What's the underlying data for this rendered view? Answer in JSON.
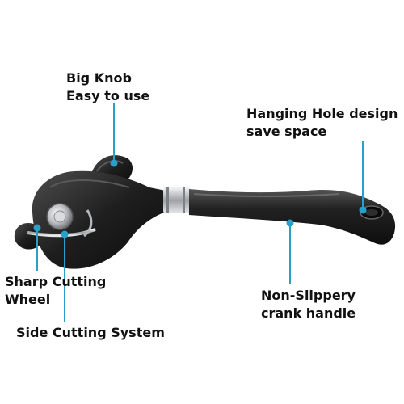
{
  "colors": {
    "callout": "#2a9fc9",
    "body": "#1b1b1b",
    "body_highlight": "#4a4a4a",
    "metal": "#c9ccd0"
  },
  "callouts": {
    "big_knob": {
      "line1": "Big Knob",
      "line2": "Easy to use"
    },
    "hanging_hole": {
      "line1": "Hanging Hole design",
      "line2": "save space"
    },
    "cutting_wheel": {
      "line1": "Sharp Cutting",
      "line2": "Wheel"
    },
    "side_cutting": {
      "line1": "Side Cutting System"
    },
    "crank_handle": {
      "line1": "Non-Slippery",
      "line2": "crank handle"
    }
  }
}
